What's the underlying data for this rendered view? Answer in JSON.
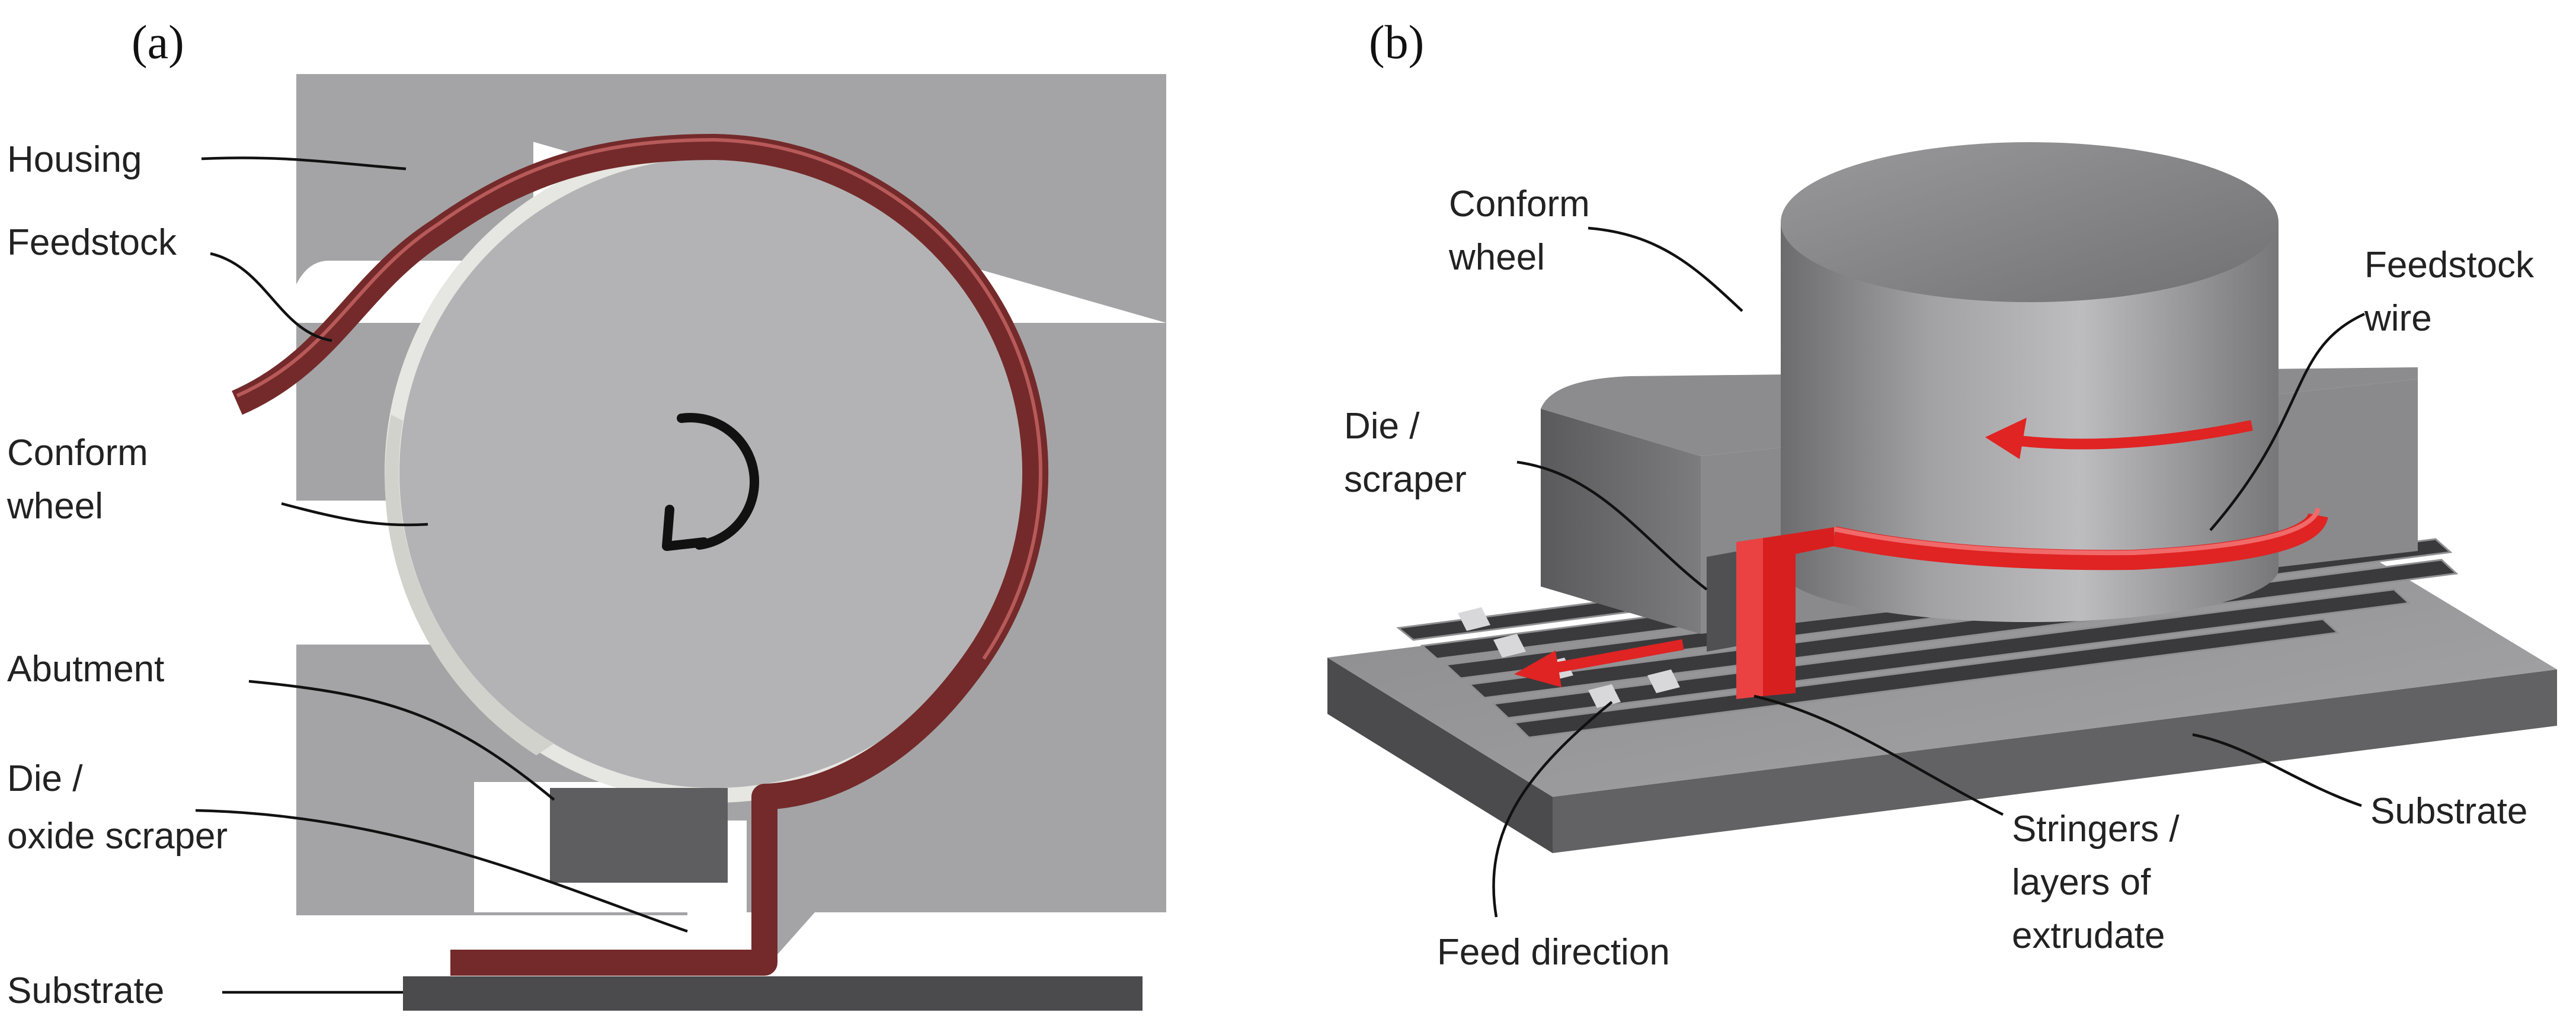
{
  "panel_a": {
    "tag": "(a)",
    "labels": {
      "housing": "Housing",
      "feedstock": "Feedstock",
      "conform_wheel": [
        "Conform",
        "wheel"
      ],
      "abutment": "Abutment",
      "die": [
        "Die  /",
        "oxide scraper"
      ],
      "substrate": "Substrate"
    }
  },
  "panel_b": {
    "tag": "(b)",
    "labels": {
      "conform_wheel": [
        "Conform",
        "wheel"
      ],
      "feedstock_wire": [
        "Feedstock",
        "wire"
      ],
      "die_scraper": [
        "Die /",
        "scraper"
      ],
      "feed_direction": "Feed direction",
      "stringers": [
        "Stringers /",
        "layers of",
        "extrudate"
      ],
      "substrate": "Substrate"
    }
  },
  "colors": {
    "housing": "#a4a4a6",
    "wheel": "#b3b3b5",
    "wheel_rim": "#e6e6e2",
    "feedstock": "#742a2a",
    "die": "#5e5e60",
    "substrate": "#4b4b4d",
    "arrow_red": "#e02323"
  },
  "icons": {
    "rotation": "rotation-arrow-icon"
  }
}
